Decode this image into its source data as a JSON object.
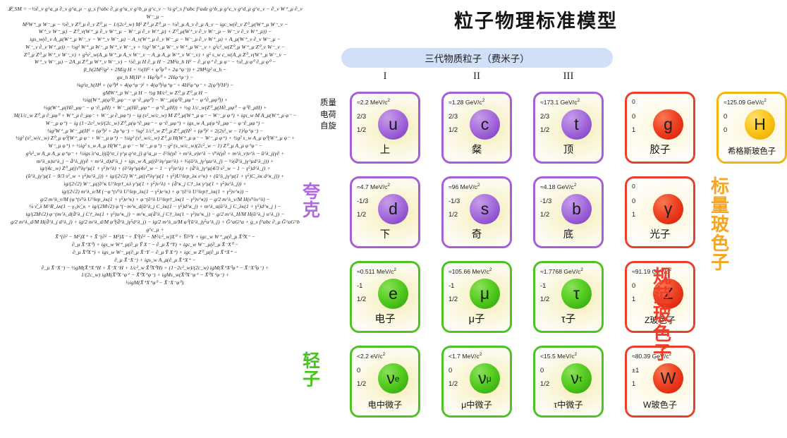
{
  "title": "粒子物理标准模型",
  "generation_banner": "三代物质粒子（费米子）",
  "generations": [
    "I",
    "II",
    "III"
  ],
  "property_labels": {
    "mass": "质量",
    "charge": "电荷",
    "spin": "自旋"
  },
  "side_labels": {
    "quarks": "夸克",
    "leptons": "轻子",
    "gauge_bosons": "规范玻色子",
    "scalar_boson": "标量玻色子"
  },
  "colors": {
    "quark": "#a65fd4",
    "lepton": "#4dc423",
    "gauge": "#e8402a",
    "higgs": "#f3b611",
    "banner": "#d2e0f7"
  },
  "particles": {
    "up": {
      "mass": "≈2.2 MeV/c",
      "mass_exp": "2",
      "charge": "2/3",
      "spin": "1/2",
      "symbol": "u",
      "sub": "",
      "name": "上",
      "kind": "quark"
    },
    "charm": {
      "mass": "≈1.28 GeV/c",
      "mass_exp": "2",
      "charge": "2/3",
      "spin": "1/2",
      "symbol": "c",
      "sub": "",
      "name": "粲",
      "kind": "quark"
    },
    "top": {
      "mass": "≈173.1 GeV/c",
      "mass_exp": "2",
      "charge": "2/3",
      "spin": "1/2",
      "symbol": "t",
      "sub": "",
      "name": "顶",
      "kind": "quark"
    },
    "gluon": {
      "mass": "0",
      "mass_exp": "",
      "charge": "0",
      "spin": "1",
      "symbol": "g",
      "sub": "",
      "name": "胶子",
      "kind": "gauge"
    },
    "higgs": {
      "mass": "≈125.09 GeV/c",
      "mass_exp": "2",
      "charge": "0",
      "spin": "0",
      "symbol": "H",
      "sub": "",
      "name": "希格斯玻色子",
      "kind": "higgs"
    },
    "down": {
      "mass": "≈4.7 MeV/c",
      "mass_exp": "2",
      "charge": "-1/3",
      "spin": "1/2",
      "symbol": "d",
      "sub": "",
      "name": "下",
      "kind": "quark"
    },
    "strange": {
      "mass": "≈96 MeV/c",
      "mass_exp": "2",
      "charge": "-1/3",
      "spin": "1/2",
      "symbol": "s",
      "sub": "",
      "name": "奇",
      "kind": "quark"
    },
    "bottom": {
      "mass": "≈4.18 GeV/c",
      "mass_exp": "2",
      "charge": "-1/3",
      "spin": "1/2",
      "symbol": "b",
      "sub": "",
      "name": "底",
      "kind": "quark"
    },
    "photon": {
      "mass": "0",
      "mass_exp": "",
      "charge": "0",
      "spin": "1",
      "symbol": "γ",
      "sub": "",
      "name": "光子",
      "kind": "gauge"
    },
    "electron": {
      "mass": "≈0.511 MeV/c",
      "mass_exp": "2",
      "charge": "-1",
      "spin": "1/2",
      "symbol": "e",
      "sub": "",
      "name": "电子",
      "kind": "lepton"
    },
    "muon": {
      "mass": "≈105.66 MeV/c",
      "mass_exp": "2",
      "charge": "-1",
      "spin": "1/2",
      "symbol": "μ",
      "sub": "",
      "name": "μ子",
      "kind": "lepton"
    },
    "tau": {
      "mass": "≈1.7768 GeV/c",
      "mass_exp": "2",
      "charge": "-1",
      "spin": "1/2",
      "symbol": "τ",
      "sub": "",
      "name": "τ子",
      "kind": "lepton"
    },
    "zboson": {
      "mass": "≈91.19 GeV/c",
      "mass_exp": "2",
      "charge": "0",
      "spin": "1",
      "symbol": "Z",
      "sub": "",
      "name": "Z玻色子",
      "kind": "gauge"
    },
    "e_neutrino": {
      "mass": "<2.2 eV/c",
      "mass_exp": "2",
      "charge": "0",
      "spin": "1/2",
      "symbol": "ν",
      "sub": "e",
      "name": "电中微子",
      "kind": "lepton"
    },
    "mu_neutrino": {
      "mass": "<1.7 MeV/c",
      "mass_exp": "2",
      "charge": "0",
      "spin": "1/2",
      "symbol": "ν",
      "sub": "μ",
      "name": "μ中微子",
      "kind": "lepton"
    },
    "tau_neutrino": {
      "mass": "<15.5 MeV/c",
      "mass_exp": "2",
      "charge": "0",
      "spin": "1/2",
      "symbol": "ν",
      "sub": "τ",
      "name": "τ中微子",
      "kind": "lepton"
    },
    "wboson": {
      "mass": "≈80.39 GeV/c",
      "mass_exp": "2",
      "charge": "±1",
      "spin": "1",
      "symbol": "W",
      "sub": "",
      "name": "W玻色子",
      "kind": "gauge"
    }
  },
  "lagrangian": {
    "lines": [
      "𝓛_SM = −½∂_ν g^a_μ ∂_ν g^a_μ − g_s f^abc ∂_μ g^a_ν g^b_μ g^c_ν − ¼ g²_s f^abc f^ade g^b_μ g^c_ν g^d_μ g^e_ν − ∂_ν W⁺_μ ∂_ν W⁻_μ −",
      "M²W⁺_μ W⁻_μ − ½∂_ν Z⁰_μ ∂_ν Z⁰_μ − 1/(2c²_w) M² Z⁰_μ Z⁰_μ − ½∂_μ A_ν ∂_μ A_ν − igc_w(∂_ν Z⁰_μ(W⁺_μ W⁻_ν −",
      "W⁺_ν W⁻_μ) − Z⁰_ν(W⁺_μ ∂_ν W⁻_μ − W⁻_μ ∂_ν W⁺_μ) + Z⁰_μ(W⁺_ν ∂_ν W⁻_μ − W⁻_ν ∂_ν W⁺_μ)) −",
      "igs_w(∂_ν A_μ(W⁺_μ W⁻_ν − W⁺_ν W⁻_μ) − A_ν(W⁺_μ ∂_ν W⁻_μ − W⁻_μ ∂_ν W⁺_μ) + A_μ(W⁺_ν ∂_ν W⁻_μ −",
      "W⁻_ν ∂_ν W⁺_μ)) − ½g² W⁺_μ W⁻_μ W⁺_ν W⁻_ν + ½g² W⁺_μ W⁻_ν W⁺_μ W⁻_ν + g²c²_w(Z⁰_μ W⁺_μ Z⁰_ν W⁻_ν −",
      "Z⁰_μ Z⁰_μ W⁺_ν W⁻_ν) + g²s²_w(A_μ W⁺_μ A_ν W⁻_ν − A_μ A_μ W⁺_ν W⁻_ν) + g² s_w c_w(A_μ Z⁰_ν(W⁺_μ W⁻_ν −",
      "W⁺_ν W⁻_μ) − 2A_μ Z⁰_μ W⁺_ν W⁻_ν) − ½∂_μ H ∂_μ H − 2M²α_h H² − ∂_μ φ⁺ ∂_μ φ⁻ − ½∂_μ φ⁰ ∂_μ φ⁰ −",
      "β_h(2M²/g² + 2M/g H + ½(H² + φ⁰φ⁰ + 2φ⁺φ⁻)) + 2M⁴/g² α_h −",
      "gα_h M(H³ + Hφ⁰φ⁰ + 2Hφ⁺φ⁻) −",
      "⅛g²α_h(H⁴ + (φ⁰)⁴ + 4(φ⁺φ⁻)² + 4(φ⁰)²φ⁺φ⁻ + 4H²φ⁺φ⁻ + 2(φ⁰)²H²) −",
      "gMW⁺_μ W⁻_μ H − ½g M/c²_w Z⁰_μ Z⁰_μ H −",
      "½ig(W⁺_μ(φ⁰∂_μφ⁻ − φ⁻∂_μφ⁰) − W⁻_μ(φ⁰∂_μφ⁺ − φ⁺∂_μφ⁰)) +",
      "½g(W⁺_μ(H∂_μφ⁻ − φ⁻∂_μH) + W⁻_μ(H∂_μφ⁺ − φ⁺∂_μH)) + ½g 1/c_w(Z⁰_μ(H∂_μφ⁰ − φ⁰∂_μH) +",
      "M(1/c_w Z⁰_μ ∂_μφ⁰ + W⁺_μ ∂_μφ⁻ + W⁻_μ ∂_μφ⁺) − ig (s²_w/c_w) M Z⁰_μ(W⁺_μ φ⁻ − W⁻_μ φ⁺) + igs_w M A_μ(W⁺_μ φ⁻ −",
      "W⁻_μ φ⁺) − ig (1−2c²_w)/(2c_w) Z⁰_μ(φ⁺∂_μφ⁻ − φ⁻∂_μφ⁺) + igs_w A_μ(φ⁺∂_μφ⁻ − φ⁻∂_μφ⁺) −",
      "¼g²W⁺_μ W⁻_μ(H² + (φ⁰)² + 2φ⁺φ⁻) − ⅛g² 1/c²_w Z⁰_μ Z⁰_μ(H² + (φ⁰)² + 2(2s²_w − 1)²φ⁺φ⁻) −",
      "½g² (s²_w/c_w) Z⁰_μ φ⁰(W⁺_μ φ⁻ + W⁻_μ φ⁺) − ½ig² (s²_w/c_w) Z⁰_μ H(W⁺_μ φ⁻ − W⁻_μ φ⁺) + ½g² s_w A_μ φ⁰(W⁺_μ φ⁻ +",
      "W⁻_μ φ⁺) + ½ig² s_w A_μ H(W⁺_μ φ⁻ − W⁻_μ φ⁺) − g² (s_w/c_w)(2c²_w − 1) Z⁰_μ A_μ φ⁺φ⁻ −",
      "g²s²_w A_μ A_μ φ⁺φ⁻ + ½igs λ^a_ij(q̄^σ_i γ^μ q^σ_j) g^a_μ − ē^λ(γ∂ + m^λ_e)e^λ − ν̄^λ(γ∂ + m^λ_ν)ν^λ − ū^λ_j(γ∂ +",
      "m^λ_u)u^λ_j − d̄^λ_j(γ∂ + m^λ_d)d^λ_j + igs_w A_μ((ē^λγ^μe^λ) + ⅔(ū^λ_jγ^μu^λ_j) − ⅓(d̄^λ_jγ^μd^λ_j)) +",
      "ig/(4c_w) Z⁰_μ((ν̄^λγ^μ(1 + γ⁵)ν^λ) + (ē^λγ^μ(4s²_w − 1 − γ⁵)e^λ) + (d̄^λ_jγ^μ(4/3 s²_w − 1 − γ⁵)d^λ_j) +",
      "(ū^λ_jγ^μ(1 − 8/3 s²_w + γ⁵)u^λ_j)) + ig/(2√2) W⁺_μ((ν̄^λγ^μ(1 + γ⁵)U^lep_λκ e^κ) + (ū^λ_jγ^μ(1 + γ⁵)C_λκ d^κ_j)) +",
      "ig/(2√2) W⁻_μ((ē^κ U^lep†_κλ γ^μ(1 + γ⁵)ν^λ) + (d̄^κ_j C†_λκ γ^μ(1 + γ⁵)u^λ_j)) +",
      "ig/(2√2) m^λ_e/M (−φ⁺(ν̄^λ U^lep_λκ(1 − γ⁵)e^κ) + φ⁻(ē^λ U^lep†_λκ(1 + γ⁵)ν^κ)) −",
      "g/2 m^λ_ν/M (φ⁺(ν̄^λ U^lep_λκ(1 + γ⁵)e^κ) + φ⁻(ē^λ U^lep†_λκ(1 − γ⁵)ν^κ)) − g/2 m^λ_ν/M H(ν̄^λν^λ) −",
      "¼ ν̄_λ M^R_λκ(1 − γ₅)ν̂_κ + ig/(2M√2) φ⁺(−m^κ_d(ū^λ_j C_λκ(1 − γ⁵)d^κ_j) + m^λ_u(ū^λ_j C_λκ(1 + γ⁵)d^κ_j ) −",
      "ig/(2M√2) φ⁻(m^λ_d(d̄^λ_j C†_λκ(1 + γ⁵)u^κ_j) − m^κ_u(d̄^λ_j C†_λκ(1 − γ⁵)u^κ_j) − g/2 m^λ_H/M H(ū^λ_j u^λ_j) −",
      "g/2 m^λ_d/M H(d̄^λ_j d^λ_j) + ig/2 m^λ_d/M φ⁰(d̄^λ_jγ⁵d^λ_j) − ig/2 m^λ_u/M φ⁰(ū^λ_jγ⁵u^λ_j) + Ḡ^aG^a + g_s f^abc ∂_μ Ḡ^aG^b g^c_μ +",
      "X̄⁺(∂² − M²)X⁺ + X̄⁻(∂² − M²)X⁻ + X̄⁰(∂² − M²/c²_w)X⁰ + Ȳ∂²Y + igc_w W⁺_μ(∂_μ X̄⁰X⁻ −",
      "∂_μ X̄⁺X⁰) + igs_w W⁺_μ(∂_μ Ȳ X⁻ − ∂_μ X̄⁺Y) + igc_w W⁻_μ(∂_μ X̄⁻X⁰ −",
      "∂_μ X̄⁰X⁺) + igs_w W⁻_μ(∂_μ X̄⁻Y − ∂_μ Ȳ X⁺) + igc_w Z⁰_μ(∂_μ X̄⁺X⁺ −",
      "∂_μ X̄⁻X⁻) + igs_w A_μ(∂_μ X̄⁺X⁺ −",
      "∂_μ X̄⁻X⁻) − ½gM(X̄⁺X⁺H + X̄⁻X⁻H + 1/c²_w X̄⁰X⁰H) + (1−2c²_w)/(2c_w) igM(X̄⁺X⁰φ⁺ − X̄⁻X⁰φ⁻) +",
      "1/(2c_w) igM(X̄⁰X⁻φ⁺ − X̄⁰X⁺φ⁻) + igMs_w(X̄⁰X⁻φ⁺ − X̄⁰X⁺φ⁻) +",
      "½igM(X̄⁺X⁺φ⁰ − X̄⁻X⁻φ⁰)."
    ]
  }
}
